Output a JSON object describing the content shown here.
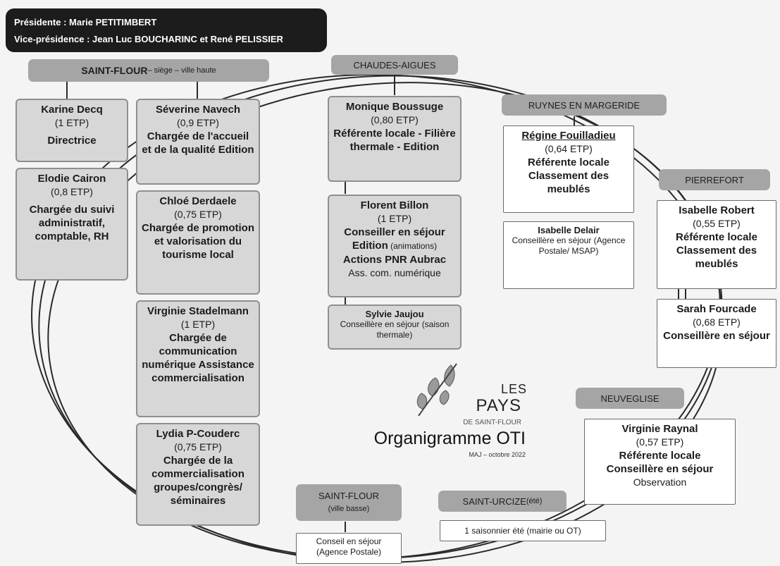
{
  "header": {
    "presidente": "Présidente : Marie PETITIMBERT",
    "vice": "Vice-présidence : Jean Luc BOUCHARINC et René PELISSIER"
  },
  "locations": {
    "saint_flour_haute_main": "SAINT-FLOUR",
    "saint_flour_haute_sub": " – siège – ville haute",
    "chaudes_aigues": "CHAUDES-AIGUES",
    "ruynes": "RUYNES EN MARGERIDE",
    "pierrefort": "PIERREFORT",
    "neuveglise": "NEUVEGLISE",
    "saint_flour_basse": "SAINT-FLOUR",
    "saint_flour_basse_sub": "(ville basse)",
    "saint_urcize": "SAINT-URCIZE",
    "saint_urcize_sub": " (été)"
  },
  "staff": {
    "karine": {
      "name": "Karine Decq",
      "etp": "(1 ETP)",
      "role": "Directrice"
    },
    "elodie": {
      "name": "Elodie Cairon",
      "etp": "(0,8 ETP)",
      "role": "Chargée du suivi administratif, comptable, RH"
    },
    "severine": {
      "name": "Séverine Navech",
      "etp": "(0,9 ETP)",
      "role": "Chargée de l'accueil et de la qualité Edition"
    },
    "chloe": {
      "name": "Chloé Derdaele",
      "etp": "(0,75 ETP)",
      "role": "Chargée de promotion et valorisation du tourisme local"
    },
    "virginie_s": {
      "name": "Virginie Stadelmann",
      "etp": "(1 ETP)",
      "role": "Chargée de communication numérique Assistance commercialisation"
    },
    "lydia": {
      "name": "Lydia P-Couderc",
      "etp": "(0,75 ETP)",
      "role": "Chargée de la commercialisation groupes/congrès/ séminaires"
    },
    "monique": {
      "name": "Monique Boussuge",
      "etp": "(0,80 ETP)",
      "role": "Référente locale - Filière thermale - Edition"
    },
    "florent": {
      "name": "Florent Billon",
      "etp": "(1 ETP)",
      "role1": "Conseiller en séjour",
      "role2": "Edition",
      "role2b": " (animations)",
      "role3": "Actions PNR Aubrac",
      "role4": "Ass. com. numérique"
    },
    "sylvie": {
      "name": "Sylvie Jaujou",
      "role": "Conseillère en séjour (saison thermale)"
    },
    "regine": {
      "name": "Régine Fouilladieu",
      "etp": "(0,64 ETP)",
      "role": "Référente locale Classement des meublés"
    },
    "isabelle_d": {
      "name": "Isabelle Delair",
      "role": "Conseillère en séjour (Agence Postale/ MSAP)"
    },
    "isabelle_r": {
      "name": "Isabelle Robert",
      "etp": "(0,55 ETP)",
      "role": "Référente locale Classement des meublés"
    },
    "sarah": {
      "name": "Sarah Fourcade",
      "etp": "(0,68 ETP)",
      "role": "Conseillère en séjour"
    },
    "virginie_r": {
      "name": "Virginie Raynal",
      "etp": "(0,57 ETP)",
      "role1": "Référente locale",
      "role2": "Conseillère en séjour",
      "role3": "Observation"
    }
  },
  "notes": {
    "conseil": "Conseil en séjour (Agence Postale)",
    "saisonnier": "1 saisonnier été (mairie ou OT)"
  },
  "logo": {
    "les": "LES",
    "pays": "PAYS",
    "de": "DE SAINT-FLOUR",
    "title": "Organigramme OTI",
    "maj": "MAJ – octobre 2022"
  }
}
